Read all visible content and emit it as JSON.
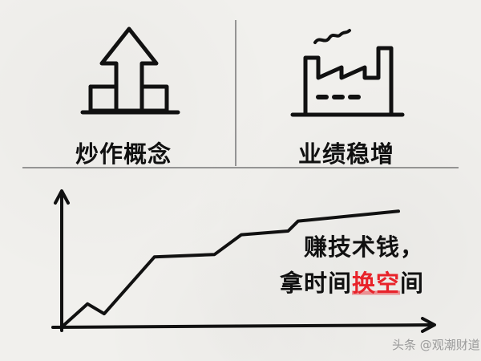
{
  "panels": {
    "left": {
      "caption": "炒作概念",
      "icon": "arrow-up-icon"
    },
    "right": {
      "caption": "业绩稳增",
      "icon": "factory-icon"
    }
  },
  "slogan": {
    "line1": "赚技术钱，",
    "line2_before": "拿时间",
    "line2_highlight": "换空",
    "line2_after": "间",
    "highlight_color": "#e8232a"
  },
  "chart_data": {
    "type": "line",
    "series": [
      {
        "values": [
          [
            0,
            0
          ],
          [
            0.07,
            0.17
          ],
          [
            0.12,
            0.09
          ],
          [
            0.27,
            0.55
          ],
          [
            0.45,
            0.57
          ],
          [
            0.53,
            0.73
          ],
          [
            0.67,
            0.76
          ],
          [
            0.7,
            0.84
          ],
          [
            1.0,
            0.92
          ]
        ]
      }
    ],
    "xlim": [
      0,
      1
    ],
    "ylim": [
      0,
      1
    ],
    "grid": false
  },
  "watermark": {
    "text": "头条 @观潮财道"
  }
}
